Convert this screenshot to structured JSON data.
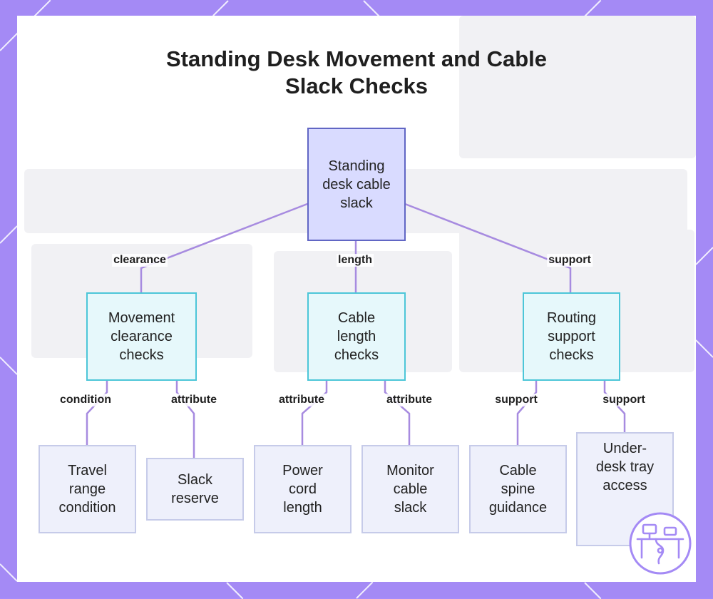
{
  "title": "Standing Desk Movement and Cable Slack Checks",
  "nodes": {
    "root": "Standing desk cable slack",
    "movement": "Movement clearance checks",
    "cable_length": "Cable length checks",
    "routing": "Routing support checks",
    "travel": "Travel range condition",
    "slack_reserve": "Slack reserve",
    "power_cord": "Power cord length",
    "monitor_cable": "Monitor cable slack",
    "cable_spine": "Cable spine guidance",
    "under_desk": "Under-desk tray access"
  },
  "edge_labels": {
    "root_movement": "clearance",
    "root_cable_length": "length",
    "root_routing": "support",
    "movement_travel": "condition",
    "movement_slack": "attribute",
    "cable_power": "attribute",
    "cable_monitor": "attribute",
    "routing_spine": "support",
    "routing_under": "support"
  },
  "colors": {
    "frame": "#a48af5",
    "edge": "#a78be0",
    "root_fill": "#d9dbff",
    "root_border": "#6166c4",
    "mid_fill": "#e6f8fb",
    "mid_border": "#4cc6d8",
    "leaf_fill": "#eef0fb",
    "leaf_border": "#c6cbe9"
  },
  "icons": {
    "logo": "standing-desk-icon"
  }
}
